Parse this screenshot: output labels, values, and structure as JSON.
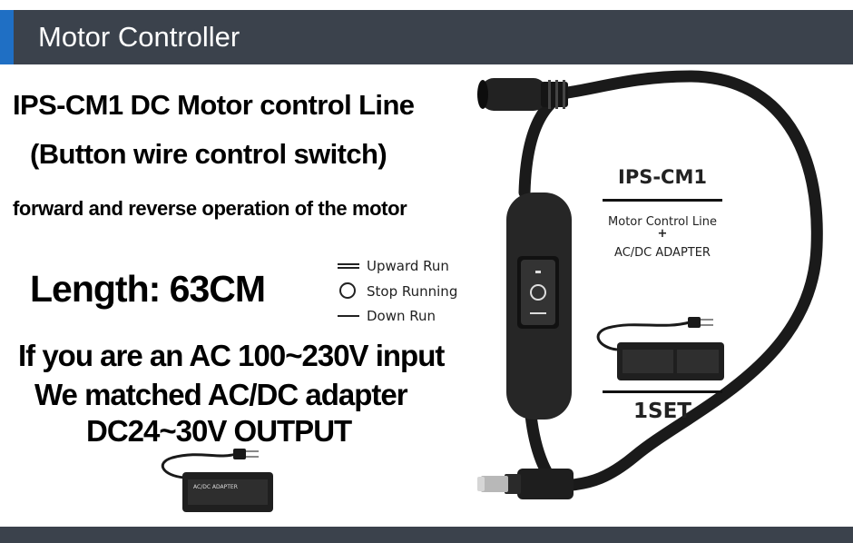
{
  "header": {
    "title": "Motor Controller"
  },
  "text": {
    "line1": "IPS-CM1  DC Motor control Line",
    "line2": "(Button wire control switch)",
    "line3": "forward and reverse operation of the motor",
    "length": "Length:  63CM",
    "input": "If you are an AC 100~230V input",
    "matched": "We matched AC/DC adapter",
    "output": "DC24~30V OUTPUT"
  },
  "legend": [
    {
      "icon": "double-line-icon",
      "label": "Upward Run"
    },
    {
      "icon": "circle-icon",
      "label": "Stop Running"
    },
    {
      "icon": "single-line-icon",
      "label": "Down Run"
    }
  ],
  "spec": {
    "model": "IPS-CM1",
    "item1": "Motor Control Line",
    "plus": "+",
    "item2": "AC/DC ADAPTER",
    "set": "1SET"
  },
  "adapter": {
    "label": "AC/DC ADAPTER"
  },
  "colors": {
    "header_bg": "#3b424c",
    "accent": "#1f6fc4",
    "cable": "#1a1a1a"
  }
}
